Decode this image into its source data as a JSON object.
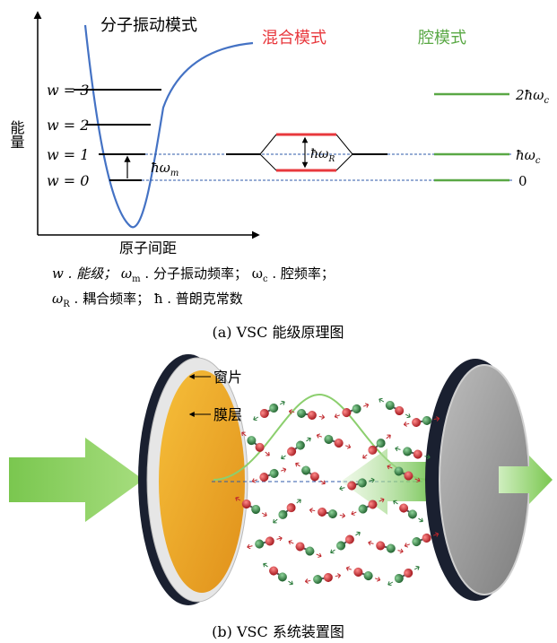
{
  "figure_a": {
    "y_axis_label": "能量",
    "x_axis_label": "原子间距",
    "section_titles": {
      "molecular": "分子振动模式",
      "hybrid": "混合模式",
      "cavity": "腔模式"
    },
    "level_labels": [
      "w = 3",
      "w = 2",
      "w = 1",
      "w = 0"
    ],
    "molecular_transition_label": "ħω",
    "molecular_transition_sub": "m",
    "rabi_label": "ħω",
    "rabi_sub": "R",
    "cavity_levels": [
      "2ħω",
      "ħω",
      "0"
    ],
    "cavity_sub": "c",
    "legend_line1": "w . 能级； ω",
    "legend_line1_sub": "m",
    "legend_line1_b": " . 分子振动频率； ω",
    "legend_line1_sub2": "c",
    "legend_line1_c": " . 腔频率；",
    "legend_line2": "ω",
    "legend_line2_sub": "R",
    "legend_line2_b": " . 耦合频率； ħ . 普朗克常数",
    "caption": "(a) VSC 能级原理图"
  },
  "figure_b": {
    "label_window": "窗片",
    "label_film": "膜层",
    "caption": "(b) VSC 系统装置图"
  },
  "colors": {
    "potential": "#4472c4",
    "hybrid": "#e8383d",
    "cavity": "#5aa845",
    "dashed": "#2e5aa8",
    "mirror_gold": "#f0a81e",
    "mirror_gray": "#9a9a9a",
    "molecule_red": "#c0262b",
    "molecule_green": "#2a7a3a",
    "arrow_green": "#6cc04a"
  }
}
